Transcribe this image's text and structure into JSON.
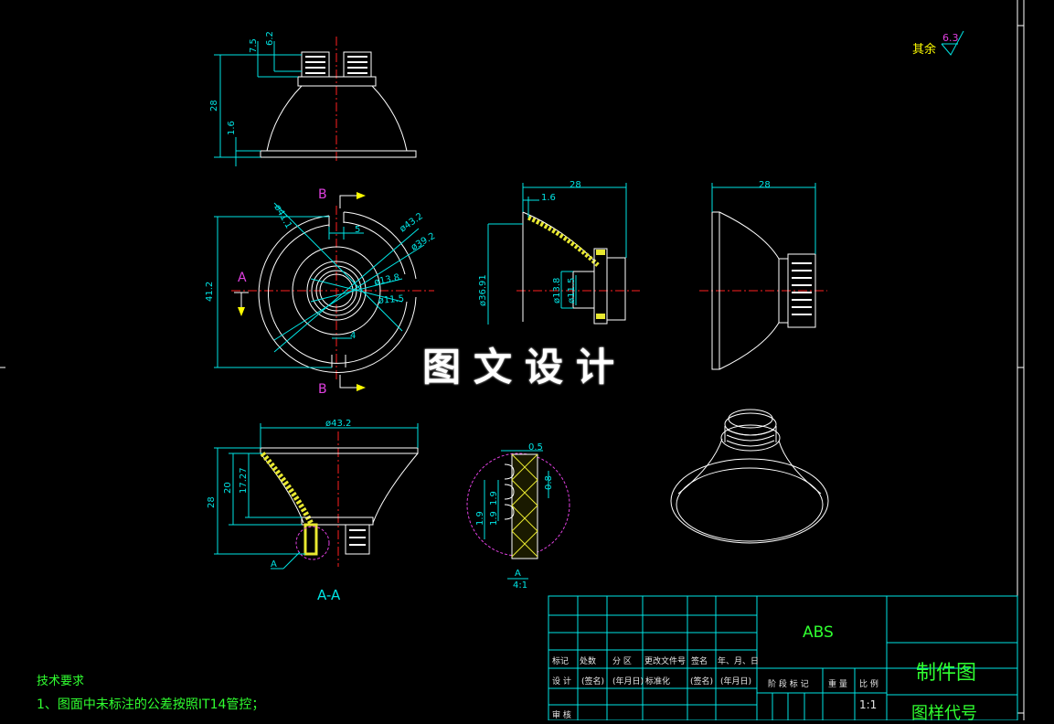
{
  "colors": {
    "background": "#000000",
    "outline": "#ffffff",
    "dimension": "#00e5e5",
    "centerline": "#ff2020",
    "hatch": "#e8e830",
    "section_label": "#e040e0",
    "arrow": "#ffff00",
    "green_text": "#30ff30"
  },
  "surface": {
    "label": "其余",
    "value": "6.3"
  },
  "top_view": {
    "dims": {
      "d1": "7.5",
      "d2": "6.2",
      "d3": "28",
      "d4": "1.6"
    }
  },
  "front_view": {
    "section_mark_top": "B",
    "section_mark_bottom": "B",
    "section_mark_side": "A",
    "dims": {
      "r1": "ø41.1",
      "w1": "5",
      "d1": "ø43.2",
      "d2": "ø39.2",
      "d3": "ø13.8",
      "d4": "ø11.5",
      "w2": "4",
      "h1": "41.2"
    }
  },
  "section_view": {
    "dims": {
      "w1": "28",
      "w2": "1.6",
      "d1": "ø36.91",
      "d2": "ø13.8",
      "d3": "ø11.5"
    }
  },
  "side_view": {
    "dims": {
      "w1": "28"
    }
  },
  "watermark": "图文设计",
  "aa_view": {
    "title": "A-A",
    "detail_marker": "A",
    "dims": {
      "w1": "ø43.2",
      "h1": "28",
      "h2": "20",
      "h3": "17.27"
    }
  },
  "detail_view": {
    "label": "A",
    "scale": "4:1",
    "dims": {
      "w1": "0.5",
      "w2": "0.8",
      "h1": "1.9",
      "h2": "1.9",
      "h3": "1.9"
    }
  },
  "tech": {
    "heading": "技术要求",
    "line1": "1、图面中未标注的公差按照IT14管控；"
  },
  "title_block": {
    "material": "ABS",
    "drawing_title": "制件图",
    "drawing_no_label": "图样代号",
    "scale_value": "1:1",
    "row1": [
      "标记",
      "处数",
      "分 区",
      "更改文件号",
      "签名",
      "年、月、日"
    ],
    "row2": [
      "设 计",
      "(签名)",
      "(年月日)",
      "标准化",
      "(签名)",
      "(年月日)"
    ],
    "row3": [
      "审 核"
    ],
    "stage_labels": [
      "阶 段 标 记",
      "重 量",
      "比 例"
    ]
  }
}
